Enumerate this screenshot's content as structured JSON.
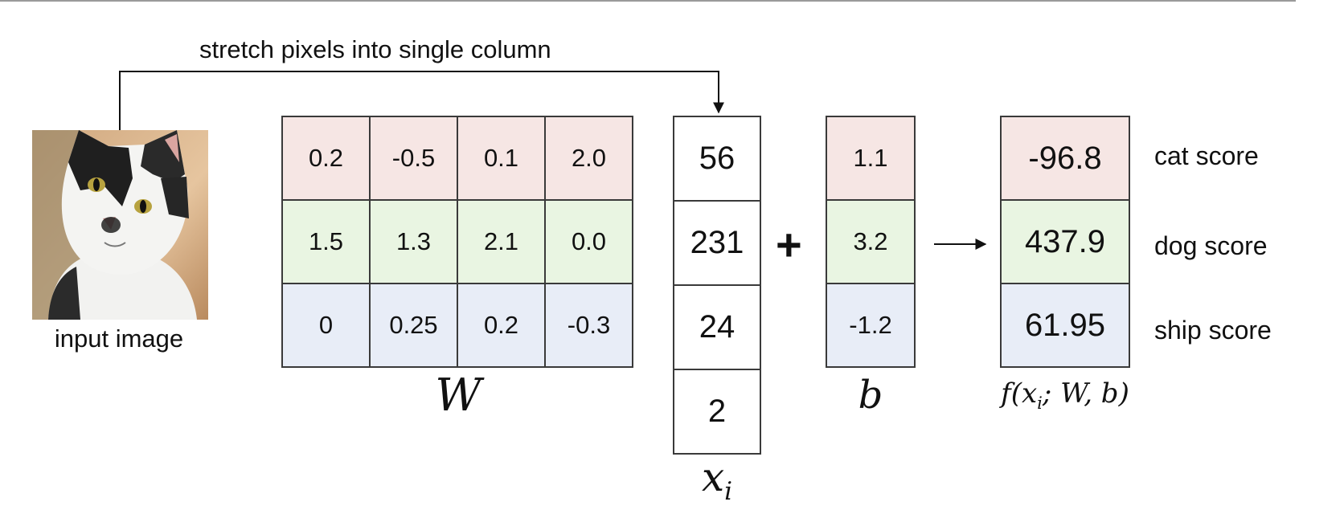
{
  "caption_top": "stretch pixels into single column",
  "input_image_label": "input image",
  "weights": {
    "symbol": "W",
    "rows": [
      [
        "0.2",
        "-0.5",
        "0.1",
        "2.0"
      ],
      [
        "1.5",
        "1.3",
        "2.1",
        "0.0"
      ],
      [
        "0",
        "0.25",
        "0.2",
        "-0.3"
      ]
    ]
  },
  "input_vector": {
    "symbol": "x",
    "subscript": "i",
    "values": [
      "56",
      "231",
      "24",
      "2"
    ]
  },
  "operator": "+",
  "bias": {
    "symbol": "b",
    "values": [
      "1.1",
      "3.2",
      "-1.2"
    ]
  },
  "output": {
    "formula_prefix": "f(x",
    "formula_subscript": "i",
    "formula_suffix": "; W, b)",
    "values": [
      "-96.8",
      "437.9",
      "61.95"
    ],
    "labels": [
      "cat score",
      "dog score",
      "ship score"
    ]
  },
  "colors": {
    "cat_row": "#f6e6e4",
    "dog_row": "#e9f5e2",
    "ship_row": "#e8edf7",
    "border": "#3a3a3a"
  },
  "icons": {
    "input_image": "cat-photo",
    "arrow_to_output": "right-arrow",
    "arrow_to_vector": "down-arrow"
  }
}
